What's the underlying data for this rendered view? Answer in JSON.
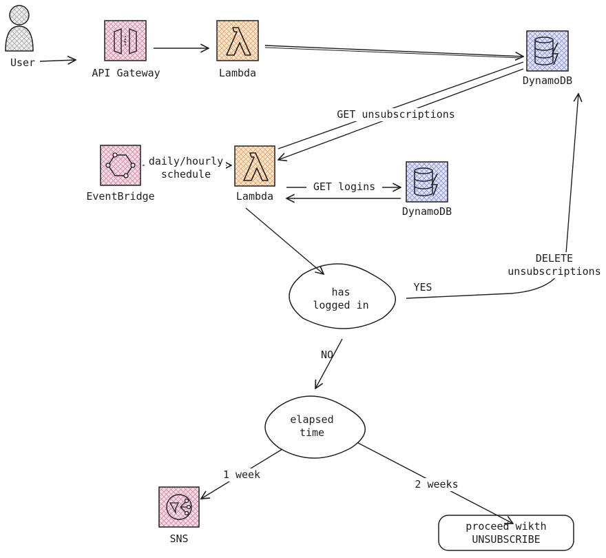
{
  "user": {
    "label": "User"
  },
  "api_gateway": {
    "label": "API Gateway"
  },
  "lambda_top": {
    "label": "Lambda"
  },
  "dynamodb_top": {
    "label": "DynamoDB"
  },
  "eventbridge": {
    "label": "EventBridge"
  },
  "schedule": {
    "line1": "daily/hourly",
    "line2": "schedule"
  },
  "lambda_mid": {
    "label": "Lambda"
  },
  "dynamodb_mid": {
    "label": "DynamoDB"
  },
  "get_unsubscriptions": {
    "label": "GET unsubscriptions"
  },
  "get_logins": {
    "label": "GET logins"
  },
  "delete_unsubscriptions": {
    "line1": "DELETE",
    "line2": "unsubscriptions"
  },
  "decision_logged_in": {
    "line1": "has",
    "line2": "logged in"
  },
  "yes_label": {
    "label": "YES"
  },
  "no_label": {
    "label": "NO"
  },
  "decision_elapsed": {
    "line1": "elapsed",
    "line2": "time"
  },
  "one_week": {
    "label": "1 week"
  },
  "two_weeks": {
    "label": "2 weeks"
  },
  "sns": {
    "label": "SNS"
  },
  "unsubscribe_box": {
    "line1": "proceed wikth",
    "line2": "UNSUBSCRIBE"
  },
  "colors": {
    "stroke": "#1e1e1e",
    "apigw": "#e8c6d3",
    "lambda": "#f6d9b8",
    "dynamo": "#c9cdee",
    "eventbridge": "#e9c3cf",
    "sns": "#eac2cf",
    "user": "#d6d6d6"
  }
}
